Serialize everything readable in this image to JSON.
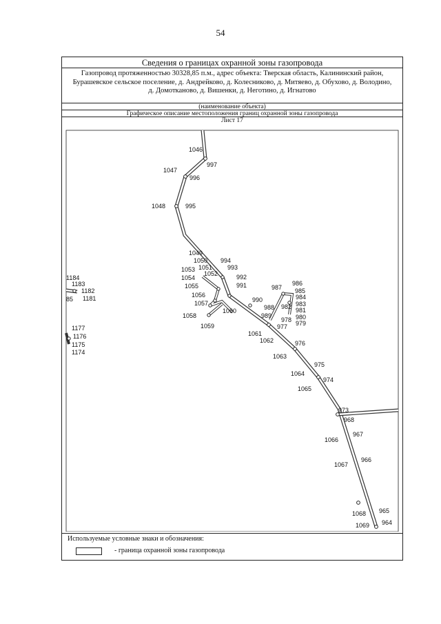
{
  "page_number": "54",
  "header": {
    "title": "Сведения о границах охранной зоны газопровода",
    "description_lines": [
      "Газопровод протяженностью 30328,85 п.м., адрес объекта: Тверская область, Калининский район,",
      "Бурашевское сельское поселение, д. Андрейково, д. Колесниково, д. Митяево, д. Обухово, д. Володино,",
      "д. Домотканово, д. Вишенки, д. Неготино, д. Игнатово"
    ],
    "object_name_caption": "(наименование объекта)",
    "graphic_description": "Графическое описание местоположения границ охранной зоны газопровода",
    "sheet": "Лист 17"
  },
  "point_labels": {
    "p1046": "1046",
    "p997": "997",
    "p1047": "1047",
    "p996": "996",
    "p1048": "1048",
    "p995": "995",
    "p1049": "1049",
    "p1050": "1050",
    "p994": "994",
    "p1051": "1051",
    "p993": "993",
    "p1053": "1053",
    "p1052": "1052",
    "p992": "992",
    "p1054": "1054",
    "p991": "991",
    "p1055": "1055",
    "p987": "987",
    "p986": "986",
    "p985": "985",
    "p984": "984",
    "p1056": "1056",
    "p990": "990",
    "p983": "983",
    "p1057": "1057",
    "p988": "988",
    "p982": "982",
    "p981": "981",
    "p1060": "1060",
    "p989": "989",
    "p980": "980",
    "p1058": "1058",
    "p978": "978",
    "p979": "979",
    "p1059": "1059",
    "p977": "977",
    "p1061": "1061",
    "p1062": "1062",
    "p976": "976",
    "p1063": "1063",
    "p975": "975",
    "p1064": "1064",
    "p974": "974",
    "p1065": "1065",
    "p973": "973",
    "p968": "968",
    "p967": "967",
    "p1066": "1066",
    "p966": "966",
    "p1067": "1067",
    "p965": "965",
    "p1068": "1068",
    "p964": "964",
    "p1069": "1069",
    "p1184": "1184",
    "p1183": "1183",
    "p1182": "1182",
    "p85": "85",
    "p1181": "1181",
    "p1177": "1177",
    "p1176": "1176",
    "p1175": "1175",
    "p1174": "1174"
  },
  "legend": {
    "title": "Используемые условные знаки и обозначения:",
    "boundary_label": "-  граница охранной зоны газопровода"
  }
}
